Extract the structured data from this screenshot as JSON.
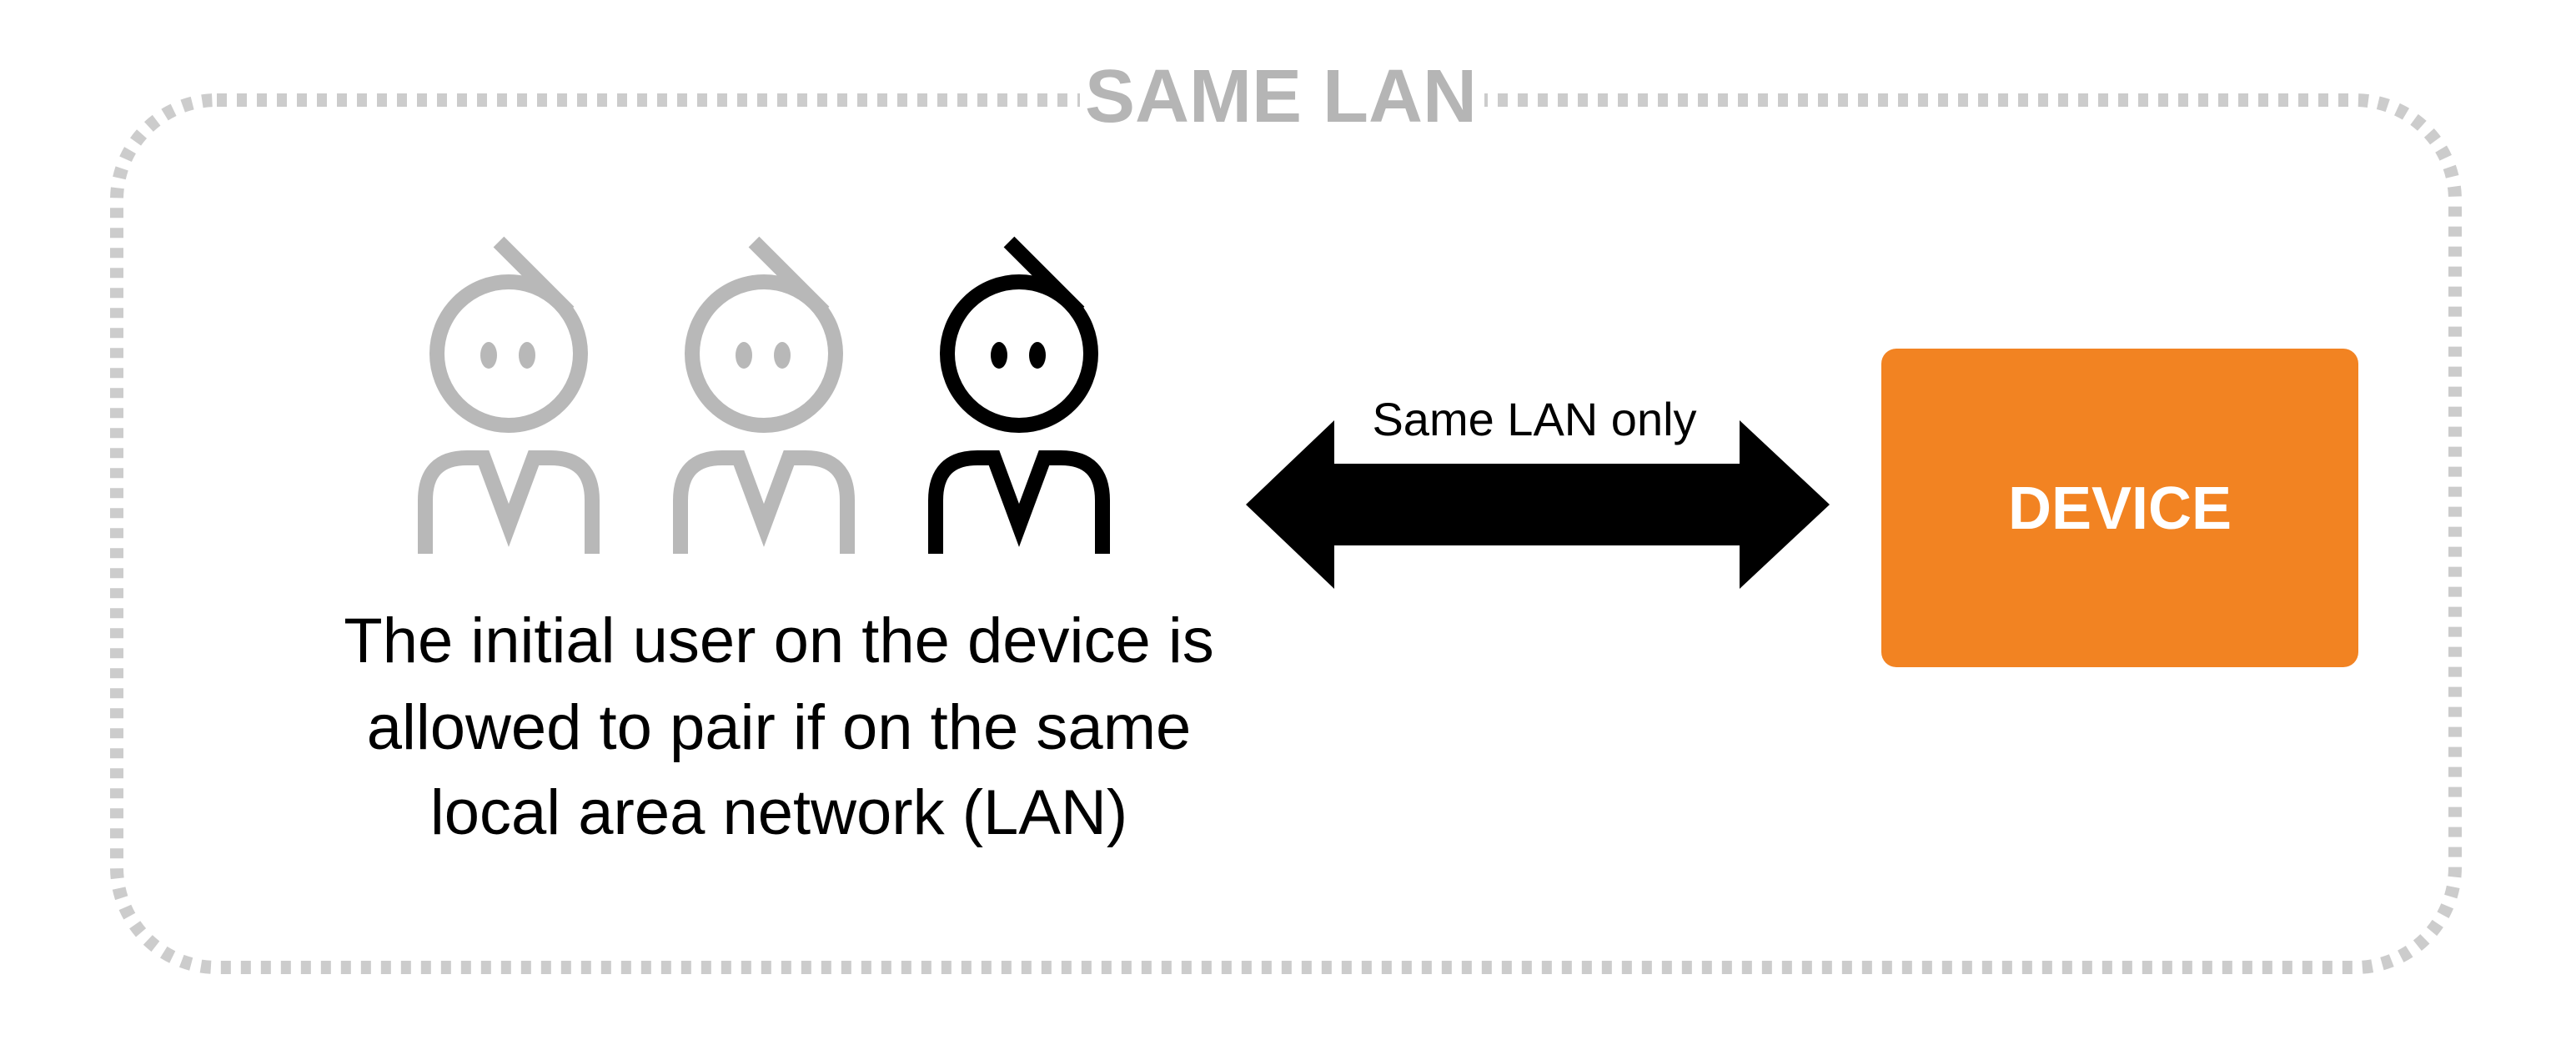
{
  "boundary": {
    "label": "SAME LAN",
    "color": "#cccccc",
    "label_color": "#b5b5b5"
  },
  "users": [
    {
      "name": "user-1",
      "color": "#b8b8b8"
    },
    {
      "name": "user-2",
      "color": "#b8b8b8"
    },
    {
      "name": "initial-user",
      "color": "#000000"
    }
  ],
  "connection": {
    "label": "Same LAN only"
  },
  "device": {
    "label": "DEVICE",
    "color": "#f28322"
  },
  "caption": {
    "lines": [
      "The initial user on the device is",
      "allowed to pair if on the same",
      "local area network (LAN)"
    ]
  }
}
